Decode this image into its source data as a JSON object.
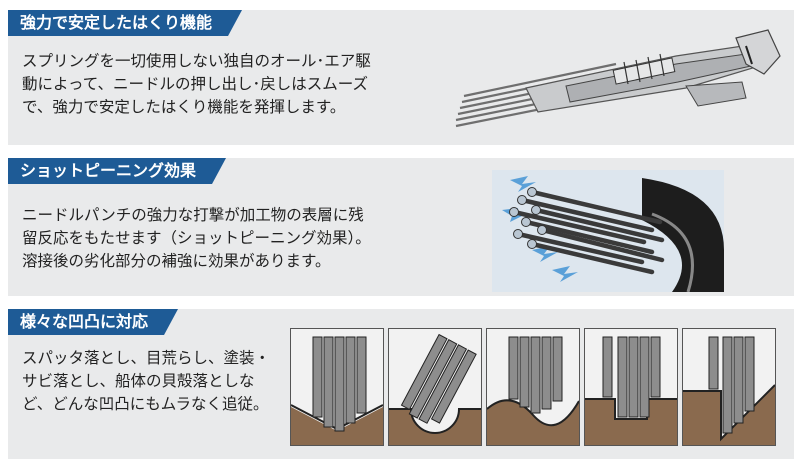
{
  "sections": [
    {
      "title": "強力で安定したはくり機能",
      "lines": [
        "スプリングを一切使用しない独自のオール･エア駆",
        "動によって、ニードルの押し出し･戻しはスムーズ",
        "で、強力で安定したはくり機能を発揮します。"
      ]
    },
    {
      "title": "ショットピーニング効果",
      "lines": [
        "ニードルパンチの強力な打撃が加工物の表層に残",
        "留反応をもたせます（ショットピーニング効果）。",
        "溶接後の劣化部分の補強に効果があります。"
      ]
    },
    {
      "title": "様々な凹凸に対応",
      "lines": [
        "スパッタ落とし、目荒らし、塗装・",
        "サビ落とし、船体の貝殻落としな",
        "ど、どんな凹凸にもムラなく追従。"
      ]
    }
  ],
  "colors": {
    "tag_bg": "#1e5b96",
    "panel_bg": "#e9eaeb",
    "ground": "#8a6a4e",
    "needle": "#8d8d8d"
  }
}
